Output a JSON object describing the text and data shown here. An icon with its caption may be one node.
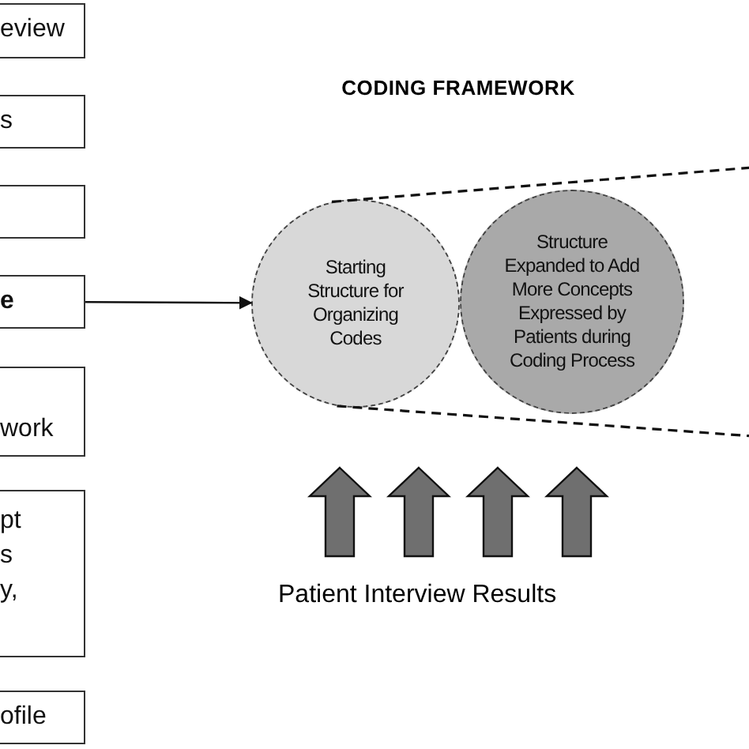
{
  "diagram": {
    "title": "CODING FRAMEWORK",
    "nodes": [
      {
        "text": [
          "eview"
        ]
      },
      {
        "text": [
          "s"
        ]
      },
      {
        "text": [],
        "shape": "box"
      },
      {
        "text": [
          "e"
        ]
      },
      {
        "text": [
          "work"
        ]
      },
      {
        "text": [
          "pt s y,"
        ]
      },
      {
        "text": [
          "ofile"
        ]
      },
      {
        "text": [
          "Starting Structure for Organizing Codes"
        ]
      },
      {
        "text": [
          "Structure Expanded to Add More Concepts Expressed by Patients during Coding Process"
        ]
      }
    ],
    "edges": [
      {
        "from": 3,
        "to": 7,
        "arrow": "to"
      },
      {
        "from": 7,
        "to": null,
        "arrow": "none",
        "style": "dashed"
      },
      {
        "from": 7,
        "to": null,
        "arrow": "none",
        "style": "dashed"
      }
    ],
    "labels": [
      "Patient Interview Results"
    ]
  }
}
